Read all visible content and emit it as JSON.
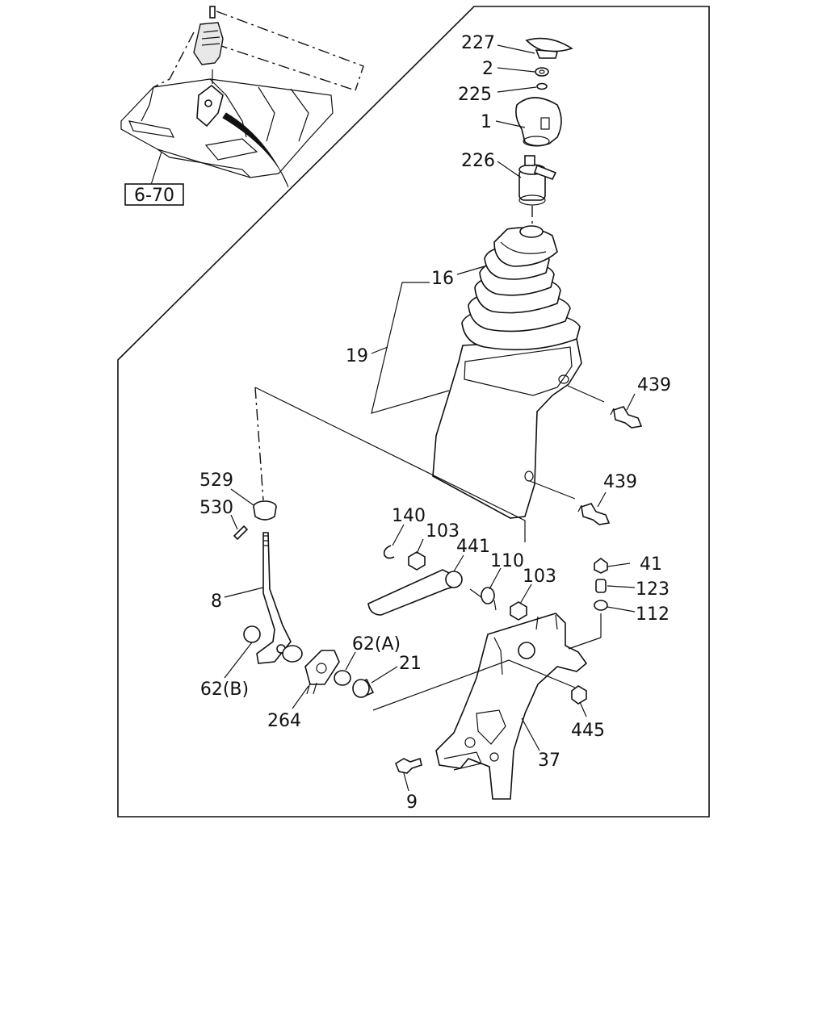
{
  "reference_box": {
    "label": "6-70"
  },
  "callouts": [
    {
      "id": "227",
      "label": "227"
    },
    {
      "id": "2",
      "label": "2"
    },
    {
      "id": "225",
      "label": "225"
    },
    {
      "id": "1",
      "label": "1"
    },
    {
      "id": "226",
      "label": "226"
    },
    {
      "id": "16",
      "label": "16"
    },
    {
      "id": "19",
      "label": "19"
    },
    {
      "id": "439a",
      "label": "439"
    },
    {
      "id": "439b",
      "label": "439"
    },
    {
      "id": "529",
      "label": "529"
    },
    {
      "id": "530",
      "label": "530"
    },
    {
      "id": "140",
      "label": "140"
    },
    {
      "id": "103a",
      "label": "103"
    },
    {
      "id": "441",
      "label": "441"
    },
    {
      "id": "110",
      "label": "110"
    },
    {
      "id": "103b",
      "label": "103"
    },
    {
      "id": "41",
      "label": "41"
    },
    {
      "id": "123",
      "label": "123"
    },
    {
      "id": "112",
      "label": "112"
    },
    {
      "id": "8",
      "label": "8"
    },
    {
      "id": "62A",
      "label": "62(A)"
    },
    {
      "id": "21",
      "label": "21"
    },
    {
      "id": "62B",
      "label": "62(B)"
    },
    {
      "id": "264",
      "label": "264"
    },
    {
      "id": "445",
      "label": "445"
    },
    {
      "id": "37",
      "label": "37"
    },
    {
      "id": "9",
      "label": "9"
    }
  ]
}
